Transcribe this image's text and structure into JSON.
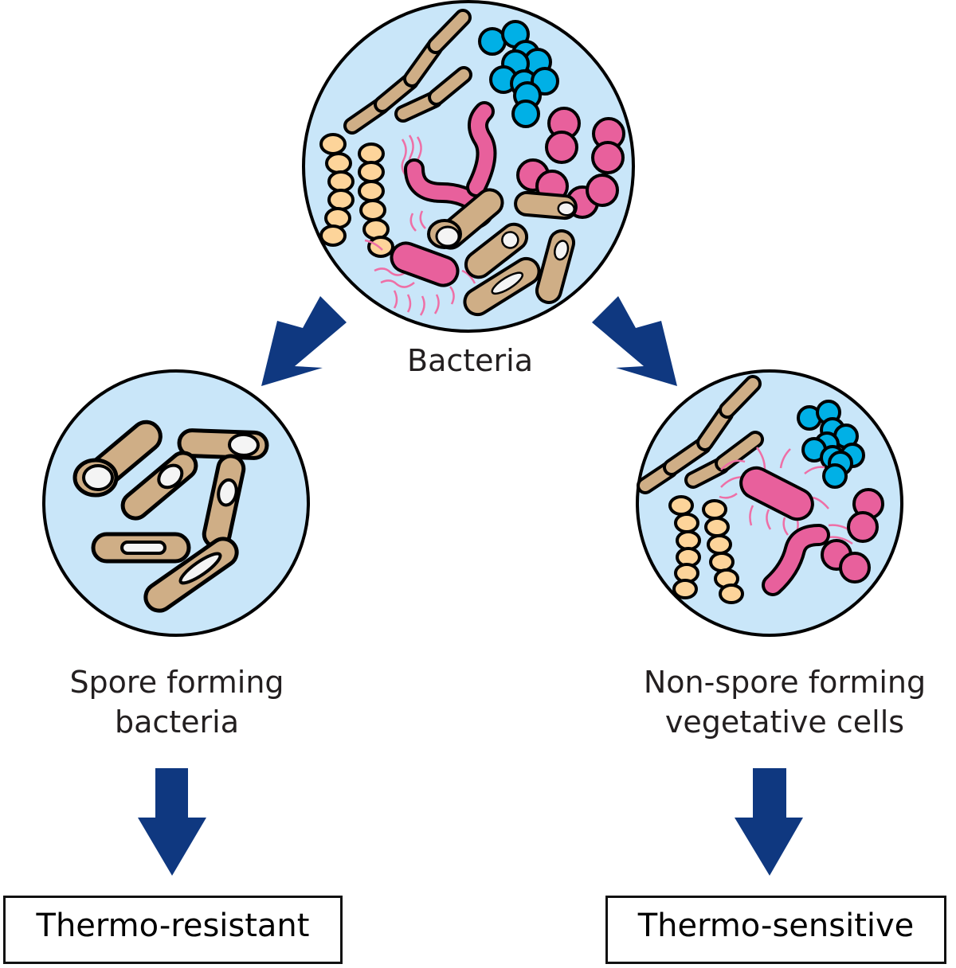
{
  "diagram": {
    "root": {
      "label": "Bacteria",
      "contents": [
        "chain rods",
        "cocci clusters",
        "diplococci",
        "streptococci chains",
        "spirilla",
        "flagellated rods",
        "spore-forming rods"
      ]
    },
    "branches": [
      {
        "label_line1": "Spore forming",
        "label_line2": "bacteria",
        "result": "Thermo-resistant"
      },
      {
        "label_line1": "Non-spore forming",
        "label_line2": "vegetative cells",
        "result": "Thermo-sensitive"
      }
    ]
  },
  "colors": {
    "circle_fill": "#c9e6f9",
    "outline": "#000000",
    "rod": "#cfae86",
    "coccus_blue": "#00b0e6",
    "pink": "#e8609c",
    "flagella": "#ee6fa6",
    "strepto": "#fdd49a",
    "spore": "#f4f4f4",
    "arrow": "#0f3880"
  }
}
